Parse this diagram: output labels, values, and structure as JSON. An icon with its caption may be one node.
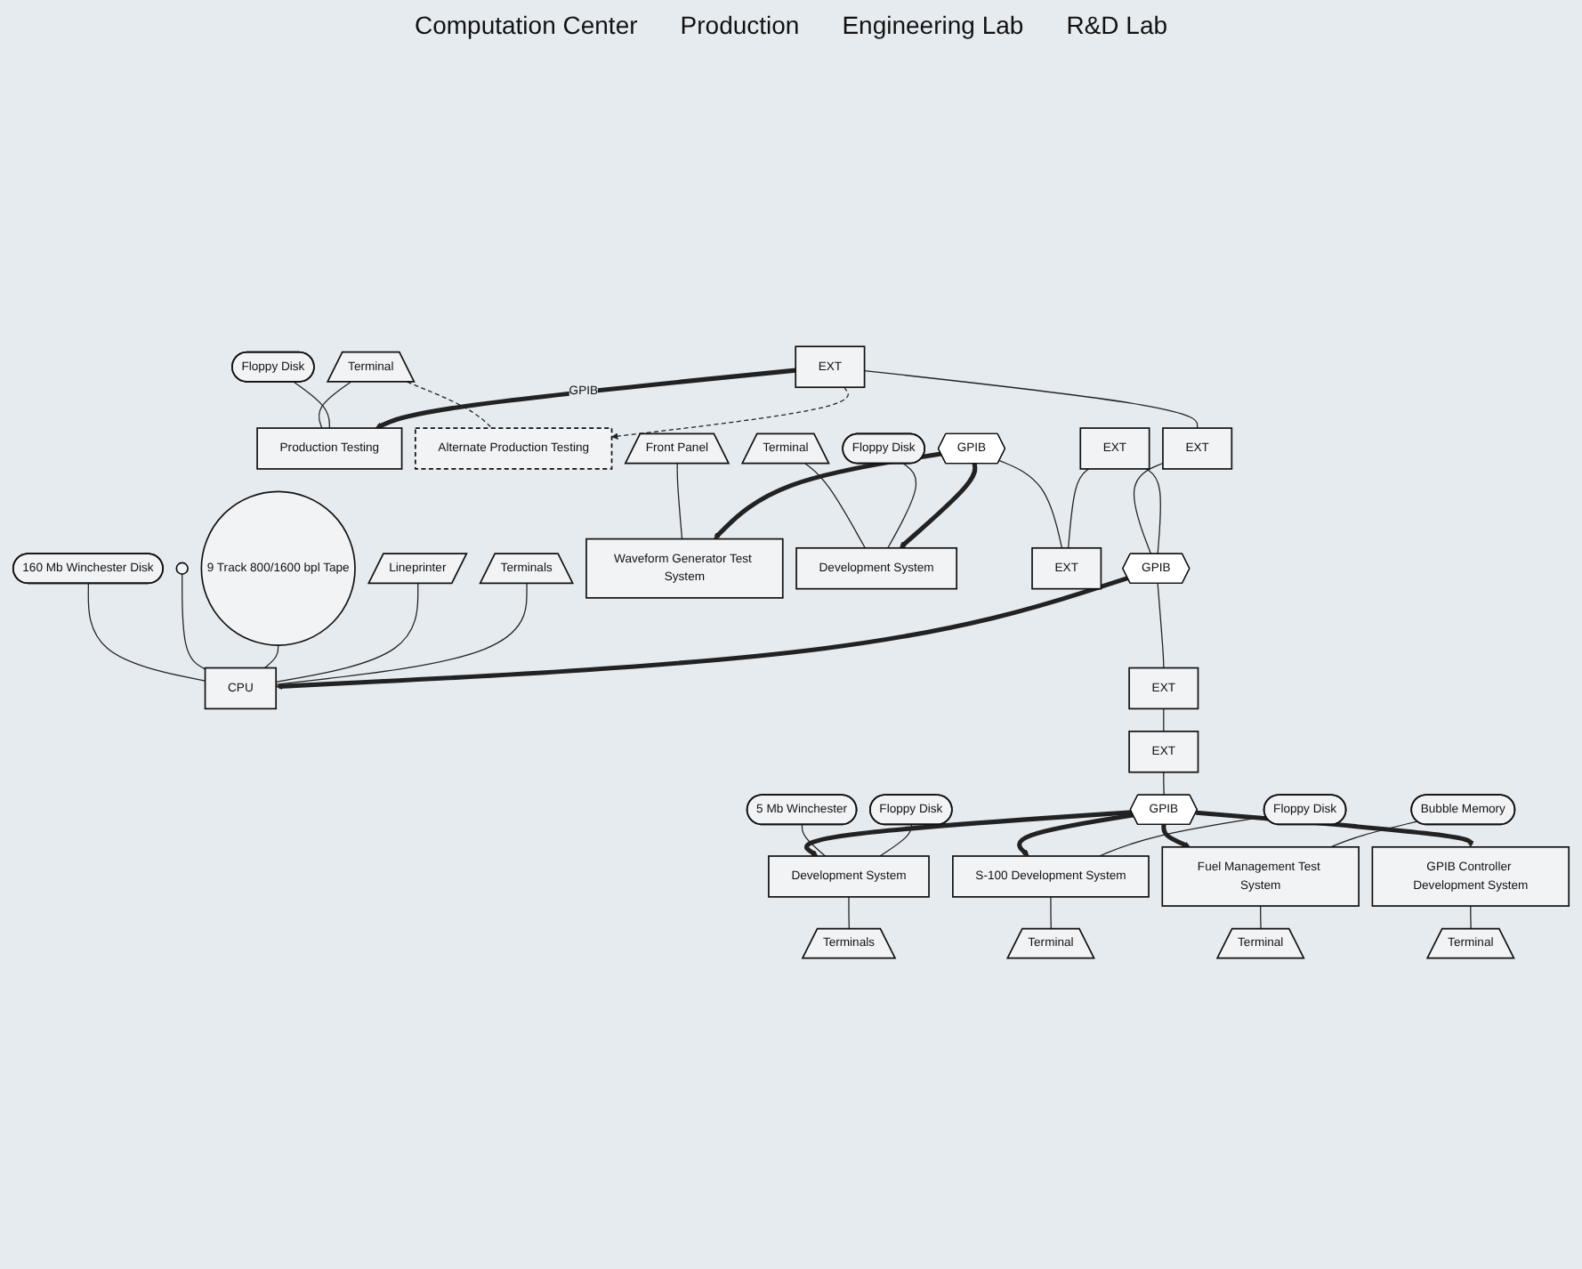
{
  "diagram": {
    "nodes": [
      {
        "text": [
          "Terminal"
        ]
      },
      {
        "text": [
          "Production Testing"
        ]
      },
      {
        "text": [
          "Floppy Disk"
        ]
      },
      {
        "text": [
          "Alternate Production Testing"
        ]
      },
      {
        "text": [
          "160 Mb Winchester Disk"
        ]
      },
      {
        "text": [],
        "shape": "circle"
      },
      {
        "text": [
          "9 Track 800/1600 bpl Tape"
        ]
      },
      {
        "text": [
          "Lineprinter"
        ]
      },
      {
        "text": [
          "CPU"
        ]
      },
      {
        "text": [
          "Terminals"
        ]
      },
      {
        "text": [
          "Front Panel"
        ]
      },
      {
        "text": [
          "Terminal"
        ]
      },
      {
        "text": [
          "Waveform Generator Test System"
        ]
      },
      {
        "text": [
          "Development System"
        ]
      },
      {
        "text": [
          "Floppy Disk"
        ]
      },
      {
        "text": [
          "GPIB"
        ]
      },
      {
        "text": [
          "EXT"
        ]
      },
      {
        "text": [
          "EXT"
        ]
      },
      {
        "text": [
          "EXT"
        ]
      },
      {
        "text": [
          "EXT"
        ]
      },
      {
        "text": [
          "GPIB"
        ]
      },
      {
        "text": [
          "EXT"
        ]
      },
      {
        "text": [
          "EXT"
        ]
      },
      {
        "text": [
          "GPIB"
        ]
      },
      {
        "text": [
          "5 Mb Winchester"
        ]
      },
      {
        "text": [
          "Floppy Disk"
        ]
      },
      {
        "text": [
          "Development System"
        ]
      },
      {
        "text": [
          "S-100 Development System"
        ]
      },
      {
        "text": [
          "Floppy Disk"
        ]
      },
      {
        "text": [
          "Bubble Memory"
        ]
      },
      {
        "text": [
          "Fuel Management Test System"
        ]
      },
      {
        "text": [
          "GPIB Controller Development System"
        ]
      },
      {
        "text": [
          "Terminals"
        ]
      },
      {
        "text": [
          "Terminal"
        ]
      },
      {
        "text": [
          "Terminal"
        ]
      },
      {
        "text": [
          "Terminal"
        ]
      }
    ],
    "edges": [
      {
        "from": 0,
        "to": 1,
        "arrow": "none"
      },
      {
        "from": 2,
        "to": 1,
        "arrow": "none"
      },
      {
        "from": 0,
        "to": 3,
        "arrow": "none",
        "style": "dashed"
      },
      {
        "from": 18,
        "to": 1,
        "arrow": "to",
        "label": "GPIB",
        "style": "thick"
      },
      {
        "from": 18,
        "to": 3,
        "arrow": "to",
        "style": "dashed"
      },
      {
        "from": 18,
        "to": 19,
        "arrow": "none"
      },
      {
        "from": 19,
        "to": 20,
        "arrow": "none"
      },
      {
        "from": 4,
        "to": 8,
        "arrow": "none"
      },
      {
        "from": 5,
        "to": 8,
        "arrow": "none"
      },
      {
        "from": 6,
        "to": 8,
        "arrow": "none"
      },
      {
        "from": 7,
        "to": 8,
        "arrow": "none"
      },
      {
        "from": 9,
        "to": 8,
        "arrow": "none"
      },
      {
        "from": 20,
        "to": 8,
        "arrow": "to",
        "style": "thick"
      },
      {
        "from": 10,
        "to": 12,
        "arrow": "none"
      },
      {
        "from": 11,
        "to": 13,
        "arrow": "none"
      },
      {
        "from": 14,
        "to": 13,
        "arrow": "none"
      },
      {
        "from": 15,
        "to": 12,
        "arrow": "to",
        "style": "thick"
      },
      {
        "from": 15,
        "to": 13,
        "arrow": "to",
        "style": "thick"
      },
      {
        "from": 15,
        "to": 17,
        "arrow": "none"
      },
      {
        "from": 16,
        "to": 17,
        "arrow": "none"
      },
      {
        "from": 16,
        "to": 20,
        "arrow": "none"
      },
      {
        "from": 20,
        "to": 21,
        "arrow": "none"
      },
      {
        "from": 21,
        "to": 22,
        "arrow": "none"
      },
      {
        "from": 22,
        "to": 23,
        "arrow": "none"
      },
      {
        "from": 23,
        "to": 26,
        "arrow": "to",
        "style": "thick"
      },
      {
        "from": 23,
        "to": 27,
        "arrow": "to",
        "style": "thick"
      },
      {
        "from": 23,
        "to": 30,
        "arrow": "to",
        "style": "thick"
      },
      {
        "from": 23,
        "to": 31,
        "arrow": "to",
        "style": "thick"
      },
      {
        "from": 24,
        "to": 26,
        "arrow": "none"
      },
      {
        "from": 25,
        "to": 26,
        "arrow": "none"
      },
      {
        "from": 28,
        "to": 27,
        "arrow": "none"
      },
      {
        "from": 29,
        "to": 30,
        "arrow": "none"
      },
      {
        "from": 26,
        "to": 32,
        "arrow": "none"
      },
      {
        "from": 27,
        "to": 33,
        "arrow": "none"
      },
      {
        "from": 30,
        "to": 34,
        "arrow": "none"
      },
      {
        "from": 31,
        "to": 35,
        "arrow": "none"
      }
    ],
    "labels": [
      "Computation Center",
      "Production",
      "Engineering Lab",
      "R&D Lab"
    ]
  }
}
